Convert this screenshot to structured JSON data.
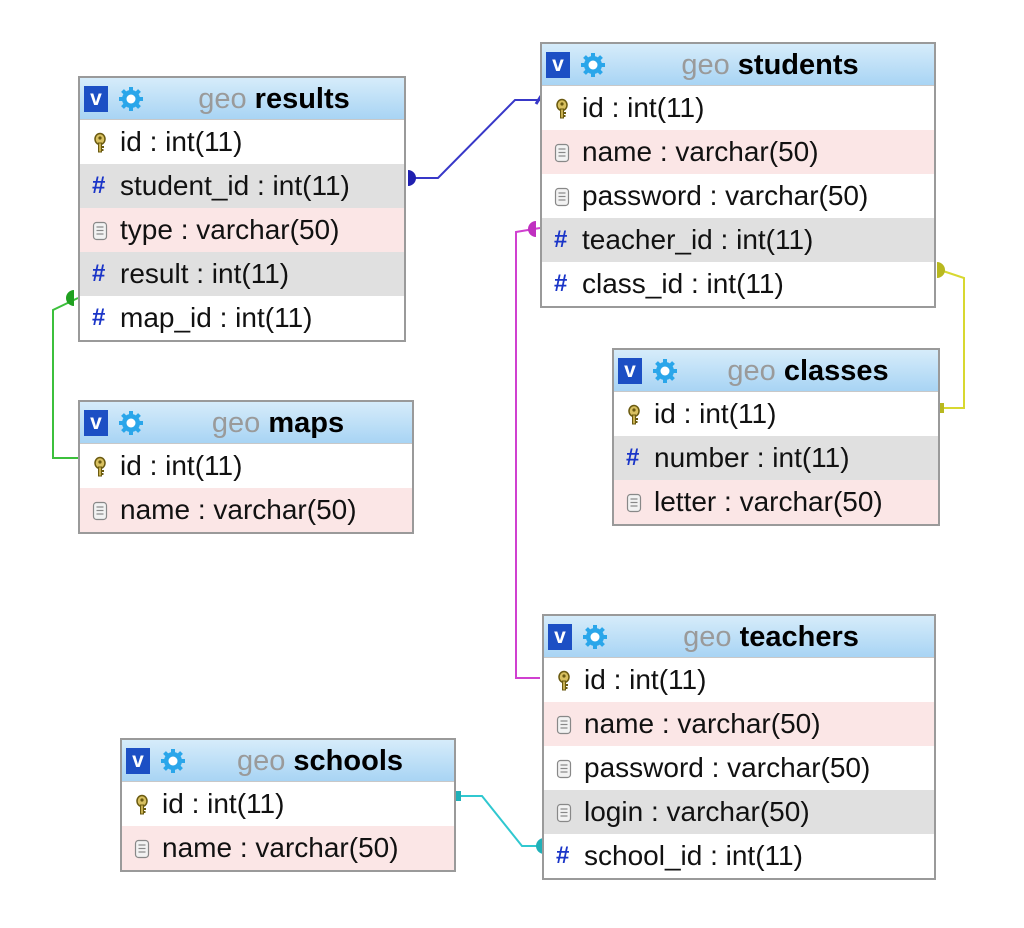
{
  "schema": "geo",
  "tables": [
    {
      "id": "results",
      "name": "results",
      "rows": [
        {
          "text": "id : int(11)",
          "kind": "pk"
        },
        {
          "text": "student_id : int(11)",
          "kind": "fk"
        },
        {
          "text": "type : varchar(50)",
          "kind": "str"
        },
        {
          "text": "result : int(11)",
          "kind": "fk"
        },
        {
          "text": "map_id : int(11)",
          "kind": "num"
        }
      ]
    },
    {
      "id": "maps",
      "name": "maps",
      "rows": [
        {
          "text": "id : int(11)",
          "kind": "pk"
        },
        {
          "text": "name : varchar(50)",
          "kind": "str"
        }
      ]
    },
    {
      "id": "students",
      "name": "students",
      "rows": [
        {
          "text": "id : int(11)",
          "kind": "pk"
        },
        {
          "text": "name : varchar(50)",
          "kind": "str"
        },
        {
          "text": "password : varchar(50)",
          "kind": "plain"
        },
        {
          "text": "teacher_id : int(11)",
          "kind": "fk"
        },
        {
          "text": "class_id : int(11)",
          "kind": "num"
        }
      ]
    },
    {
      "id": "classes",
      "name": "classes",
      "rows": [
        {
          "text": "id : int(11)",
          "kind": "pk"
        },
        {
          "text": "number : int(11)",
          "kind": "fk"
        },
        {
          "text": "letter : varchar(50)",
          "kind": "str"
        }
      ]
    },
    {
      "id": "teachers",
      "name": "teachers",
      "rows": [
        {
          "text": "id : int(11)",
          "kind": "pk"
        },
        {
          "text": "name : varchar(50)",
          "kind": "str"
        },
        {
          "text": "password : varchar(50)",
          "kind": "plain"
        },
        {
          "text": "login : varchar(50)",
          "kind": "fk-str"
        },
        {
          "text": "school_id : int(11)",
          "kind": "num"
        }
      ]
    },
    {
      "id": "schools",
      "name": "schools",
      "rows": [
        {
          "text": "id : int(11)",
          "kind": "pk"
        },
        {
          "text": "name : varchar(50)",
          "kind": "str"
        }
      ]
    }
  ],
  "relations": [
    {
      "from": "results.student_id",
      "to": "students.id",
      "color": "#3838c8"
    },
    {
      "from": "results.map_id",
      "to": "maps.id",
      "color": "#3cc03c"
    },
    {
      "from": "students.teacher_id",
      "to": "teachers.id",
      "color": "#d040d0"
    },
    {
      "from": "students.class_id",
      "to": "classes.id",
      "color": "#d8d830"
    },
    {
      "from": "teachers.school_id",
      "to": "schools.id",
      "color": "#30c8d0"
    }
  ],
  "colors": {
    "header_button": "#1c4fc4",
    "gear": "#2aa6ea",
    "key_row": "#e0e0e0",
    "text_row": "#fbe6e6"
  },
  "icons": {
    "header_button": "v-icon",
    "settings": "gear-icon",
    "primary_key": "key-icon",
    "numeric": "hash-icon",
    "text": "text-field-icon"
  }
}
